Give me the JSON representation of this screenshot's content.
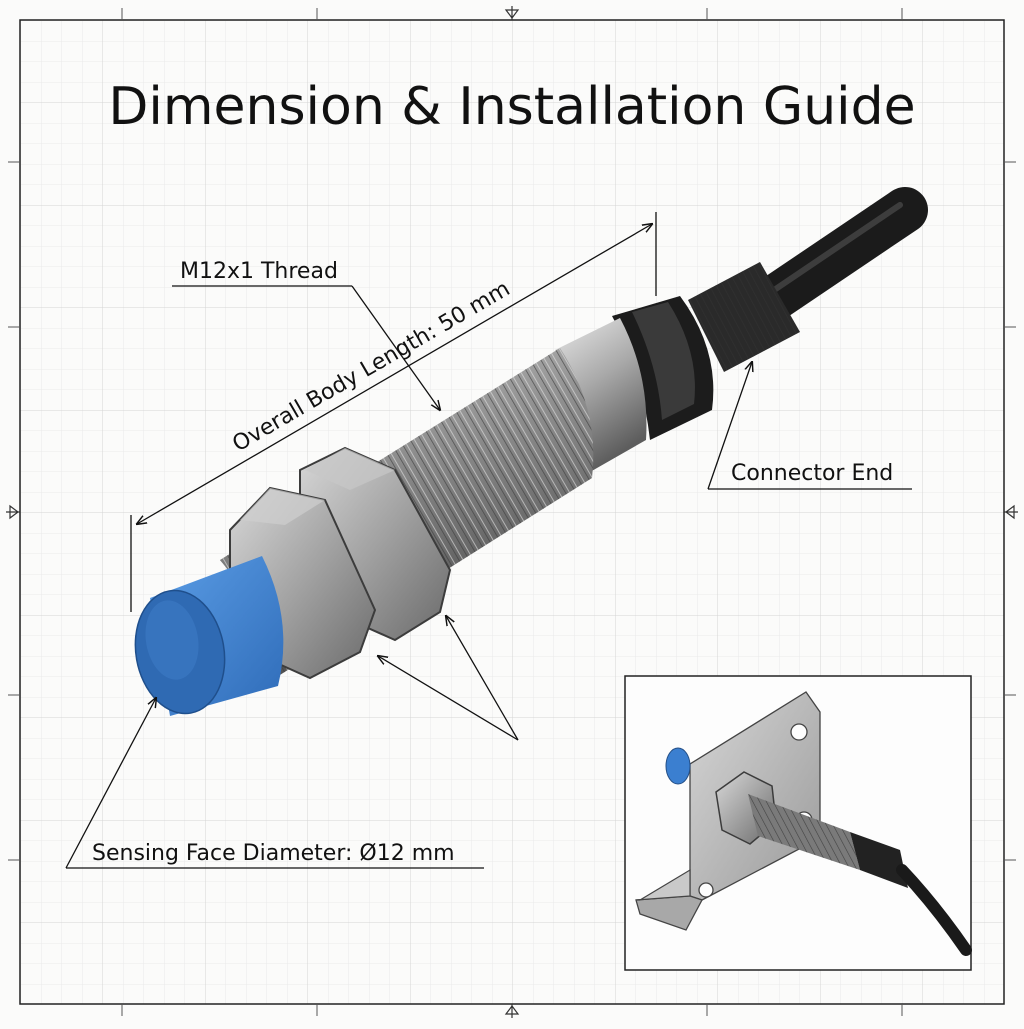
{
  "title": "Dimension & Installation Guide",
  "labels": {
    "thread": "M12x1 Thread",
    "body_length": "Overall Body Length: 50 mm",
    "connector": "Connector End",
    "sensing_face": "Sensing Face Diameter: Ø12 mm"
  },
  "colors": {
    "sensing_face": "#3b7fd0",
    "thread_body": "#8e8e8e",
    "connector": "#1c1c1c",
    "bracket": "#b9b9b9",
    "grid": "#e3e3e3",
    "ink": "#111111"
  }
}
